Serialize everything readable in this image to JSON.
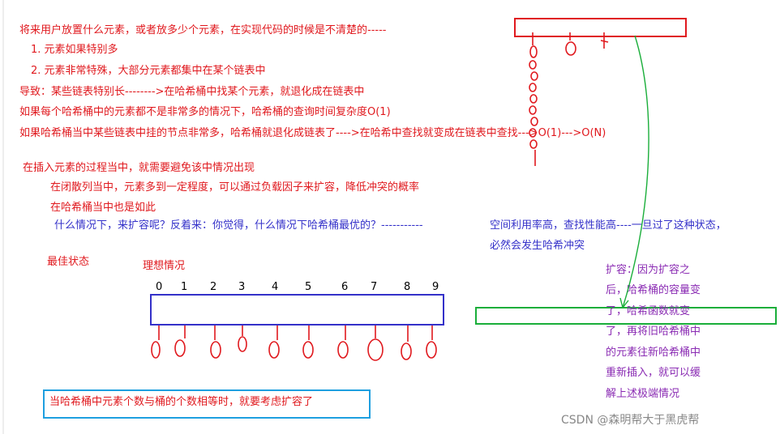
{
  "lines": [
    "将来用户放置什么元素，或者放多少个元素，在实现代码的时候是不清楚的-----",
    "1. 元素如果特别多",
    "2. 元素非常特殊，大部分元素都集中在某个链表中",
    "导致：某些链表特别长-------->在哈希桶中找某个元素，就退化成在链表中",
    "如果每个哈希桶中的元素都不是非常多的情况下，哈希桶的查询时间复杂度O(1)",
    "如果哈希桶当中某些链表中挂的节点非常多，哈希桶就退化成链表了---->在哈希中查找就变成在链表中查找--->O(1)--->O(N)",
    "在插入元素的过程当中，就需要避免该中情况出现",
    "在闭散列当中，元素多到一定程度，可以通过负载因子来扩容，降低冲突的概率",
    "在哈希桶当中也是如此"
  ],
  "question": {
    "text": "什么情况下，来扩容呢？反着来：你觉得，什么情况下哈希桶最优的？-----------",
    "answer1": "空间利用率高，查找性能高----一旦过了这种状态，",
    "answer2": "必然会发生哈希冲突"
  },
  "best_state": "最佳状态",
  "ideal_title": "理想情况",
  "indices": [
    "0",
    "1",
    "2",
    "3",
    "4",
    "5",
    "6",
    "7",
    "8",
    "9"
  ],
  "expand_note": [
    "扩容：因为扩容之",
    "后，哈希桶的容量变",
    "了，哈希函数就变",
    "了，再将旧哈希桶中",
    "的元素往新哈希桶中",
    "重新插入，就可以缓",
    "解上述极端情况"
  ],
  "bottom_box": "当哈希桶中元素个数与桶的个数相等时，就要考虑扩容了",
  "watermark": "CSDN @森明帮大于黑虎帮",
  "colors": {
    "red": "#e0191e",
    "blue": "#3431c9",
    "purple": "#8a2bb3",
    "green": "#1aae3a",
    "cyan": "#1e9fe0"
  }
}
